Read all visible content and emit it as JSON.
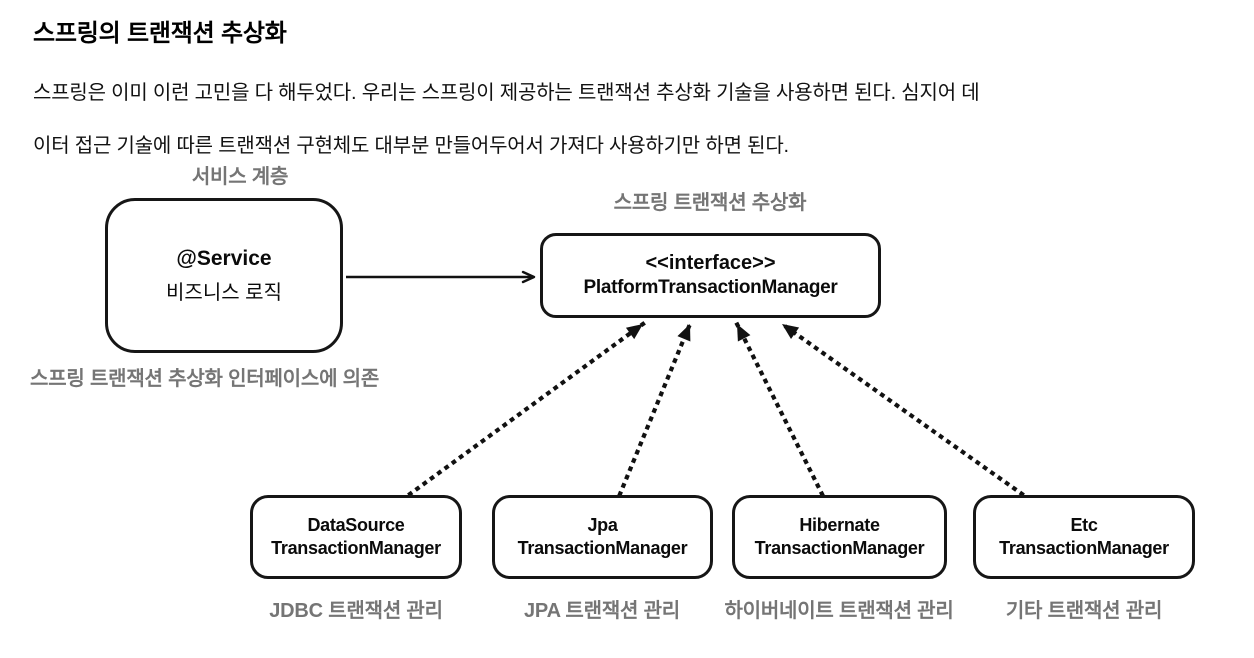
{
  "page": {
    "title": "스프링의 트랜잭션 추상화",
    "paragraph_line1": "스프링은 이미 이런 고민을 다 해두었다. 우리는 스프링이 제공하는 트랜잭션 추상화 기술을 사용하면 된다. 심지어 데",
    "paragraph_line2": "이터 접근 기술에 따른 트랜잭션 구현체도 대부분 만들어두어서 가져다 사용하기만 하면 된다."
  },
  "diagram": {
    "labels": {
      "service_layer": "서비스 계층",
      "spring_tx_abstraction": "스프링 트랜잭션 추상화",
      "depends_on": "스프링 트랜잭션 추상화 인터페이스에 의존"
    },
    "service_box": {
      "line1": "@Service",
      "line2": "비즈니스 로직"
    },
    "interface_box": {
      "line1": "<<interface>>",
      "line2": "PlatformTransactionManager"
    },
    "implementations": [
      {
        "line1": "DataSource",
        "line2": "TransactionManager",
        "caption": "JDBC 트랜잭션 관리"
      },
      {
        "line1": "Jpa",
        "line2": "TransactionManager",
        "caption": "JPA 트랜잭션 관리"
      },
      {
        "line1": "Hibernate",
        "line2": "TransactionManager",
        "caption": "하이버네이트 트랜잭션 관리"
      },
      {
        "line1": "Etc",
        "line2": "TransactionManager",
        "caption": "기타 트랜잭션 관리"
      }
    ],
    "colors": {
      "text_black": "#121212",
      "line_black": "#111111",
      "label_gray": "#757575",
      "background": "#ffffff"
    }
  }
}
